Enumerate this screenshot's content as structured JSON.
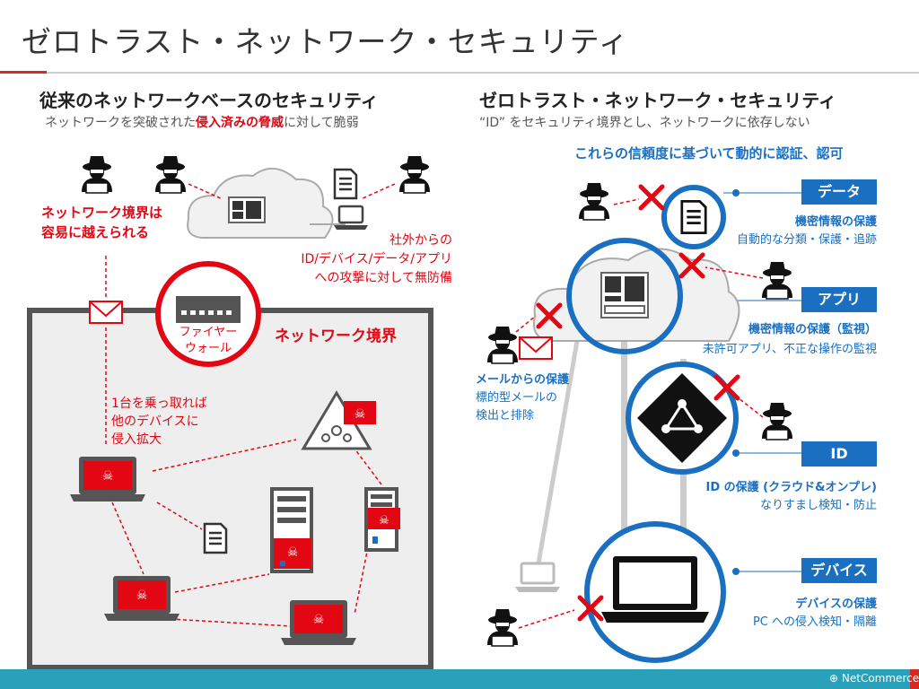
{
  "slide": {
    "title": "ゼロトラスト・ネットワーク・セキュリティ"
  },
  "left": {
    "heading": "従来のネットワークベースのセキュリティ",
    "sub_before": "ネットワークを突破された",
    "sub_emph": "侵入済みの脅威",
    "sub_after": "に対して脆弱",
    "boundary_note_line1": "ネットワーク境界は",
    "boundary_note_line2": "容易に越えられる",
    "attack_note_line1": "社外からの",
    "attack_note_line2": "ID/デバイス/データ/アプリ",
    "attack_note_line3": "への攻撃に対して無防備",
    "firewall_line1": "ファイヤー",
    "firewall_line2": "ウォール",
    "boundary_label": "ネットワーク境界",
    "spread_line1": "1台を乗っ取れば",
    "spread_line2": "他のデバイスに",
    "spread_line3": "侵入拡大"
  },
  "right": {
    "heading": "ゼロトラスト・ネットワーク・セキュリティ",
    "sub": "“ID” をセキュリティ境界とし、ネットワークに依存しない",
    "trust_note": "これらの信頼度に基づいて動的に認証、認可",
    "panels": [
      {
        "title": "データ",
        "line1": "機密情報の保護",
        "line2": "自動的な分類・保護・追跡"
      },
      {
        "title": "アプリ",
        "line1": "機密情報の保護（監視）",
        "line2": "未許可アプリ、不正な操作の監視"
      },
      {
        "title": "ID",
        "line1": "ID の保護 (クラウド&オンプレ)",
        "line2": "なりすまし検知・防止"
      },
      {
        "title": "デバイス",
        "line1": "デバイスの保護",
        "line2": "PC への侵入検知・隔離"
      }
    ],
    "mail_line1": "メールからの保護",
    "mail_line2": "標的型メールの",
    "mail_line3": "検出と排除"
  },
  "footer": {
    "logo_text": "NetCommerce"
  },
  "colors": {
    "accent_red": "#e30613",
    "accent_blue": "#1a6fc0",
    "footer_teal": "#2aa1ba"
  }
}
